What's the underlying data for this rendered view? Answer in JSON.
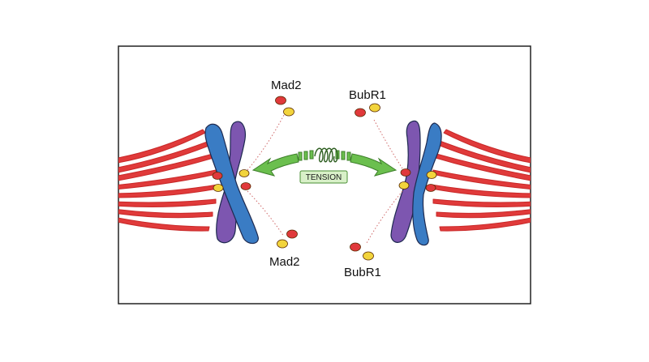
{
  "labels": {
    "mad2_top": "Mad2",
    "mad2_bottom": "Mad2",
    "bubr1_top": "BubR1",
    "bubr1_bottom": "BubR1",
    "tension": "TENSION"
  },
  "colors": {
    "microtubule": "#e03a3a",
    "chromatid_blue": "#3a7cc4",
    "chromatid_purple": "#7d56b0",
    "protein_red": "#e0393b",
    "protein_yellow": "#f2d43c",
    "arrow_green": "#6bbf4e",
    "tension_box": "#d8f0c8",
    "frame": "#222222"
  }
}
